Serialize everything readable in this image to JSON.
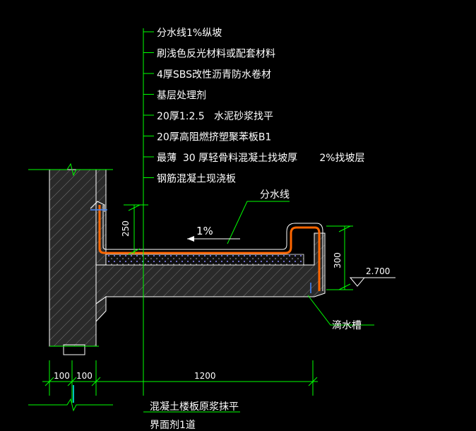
{
  "layer_labels": [
    "分水线1%纵坡",
    "刷浅色反光材料或配套材料",
    "4厚SBS改性沥青防水卷材",
    "基层处理剂",
    "20厚1:2.5   水泥砂浆找平",
    "20厚高阻燃挤塑聚苯板B1",
    "最薄  30 厚轻骨料混凝土找坡厚       2%找坡层",
    "钢筋混凝土现浇板"
  ],
  "callouts": {
    "watershed": "分水线",
    "slope": "1%",
    "drip_groove": "滴水槽",
    "bottom_line1": "混凝土楼板原浆抹平",
    "bottom_line2": "界面剂1道"
  },
  "dimensions": {
    "height_250": "250",
    "height_300": "300",
    "elevation": "2.700",
    "width_100_left": "100",
    "width_100_right": "100",
    "width_1200": "1200"
  },
  "colors": {
    "background": "#000000",
    "leader": "#00ff00",
    "text": "#ffffff",
    "waterproof": "#ff6600",
    "concrete_fill": "#3a3a3a",
    "outline": "#ffffff",
    "mortar": "#1a1a55"
  }
}
